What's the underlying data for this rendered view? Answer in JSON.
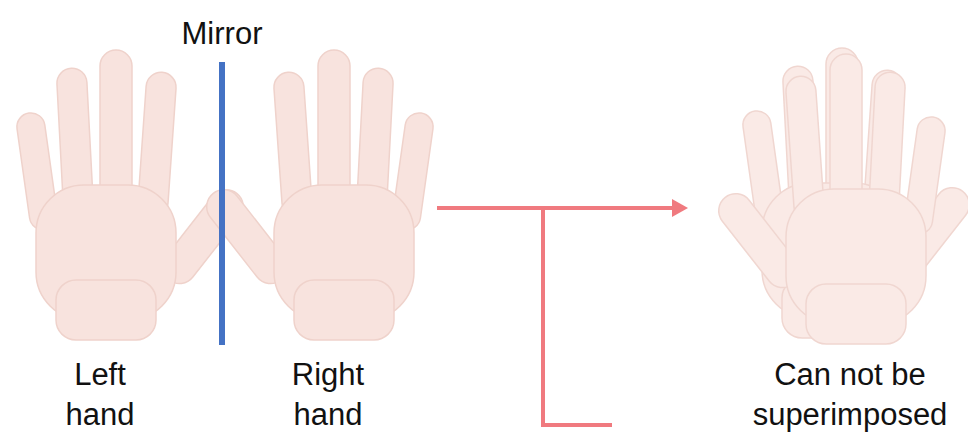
{
  "diagram": {
    "labels": [
      "Mirror",
      "Left hand",
      "Right hand",
      "Can not be superimposed"
    ]
  }
}
